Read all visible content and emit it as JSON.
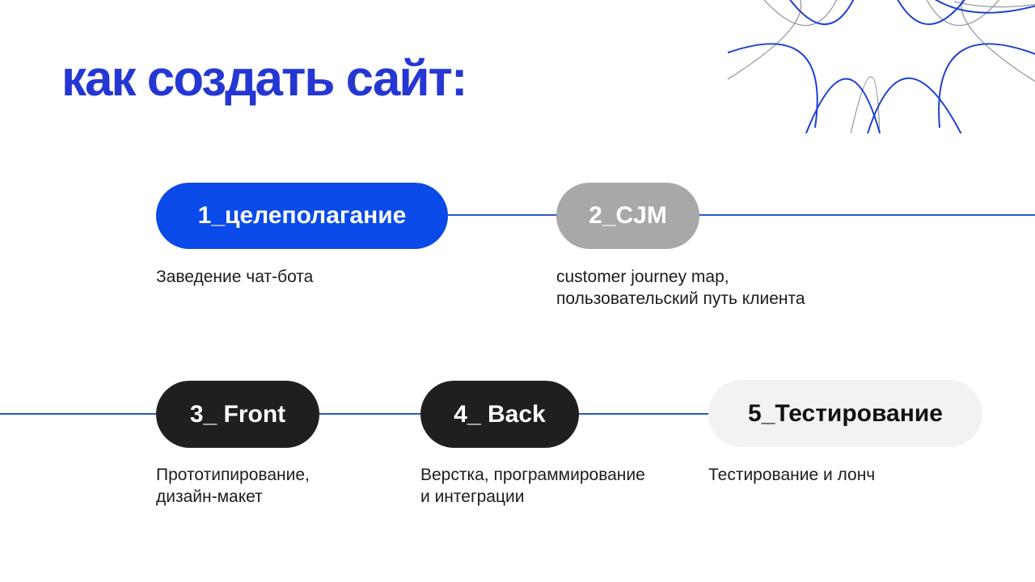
{
  "slide": {
    "title": "как создать сайт:"
  },
  "steps": [
    {
      "label": "1_целеполагание",
      "description": "Заведение чат-бота",
      "pill_color": "#0a4ae8",
      "text_color": "#ffffff"
    },
    {
      "label": "2_CJM",
      "description": "customer journey map,\nпользовательский путь клиента",
      "pill_color": "#a8a8a8",
      "text_color": "#ffffff"
    },
    {
      "label": "3_ Front",
      "description": "Прототипирование,\nдизайн-макет",
      "pill_color": "#1f1f1f",
      "text_color": "#ffffff"
    },
    {
      "label": "4_ Back",
      "description": "Верстка, программирование\nи интеграции",
      "pill_color": "#1f1f1f",
      "text_color": "#ffffff"
    },
    {
      "label": "5_Тестирование",
      "description": "Тестирование и лонч",
      "pill_color": "#f2f2f2",
      "text_color": "#111111"
    }
  ],
  "colors": {
    "title_blue": "#2537d2",
    "connector_line_blue": "#2b55cc",
    "decor_blue": "#1d3fd6",
    "decor_gray": "#9b9b9b",
    "background": "#ffffff",
    "body_text": "#1c1c1c"
  }
}
